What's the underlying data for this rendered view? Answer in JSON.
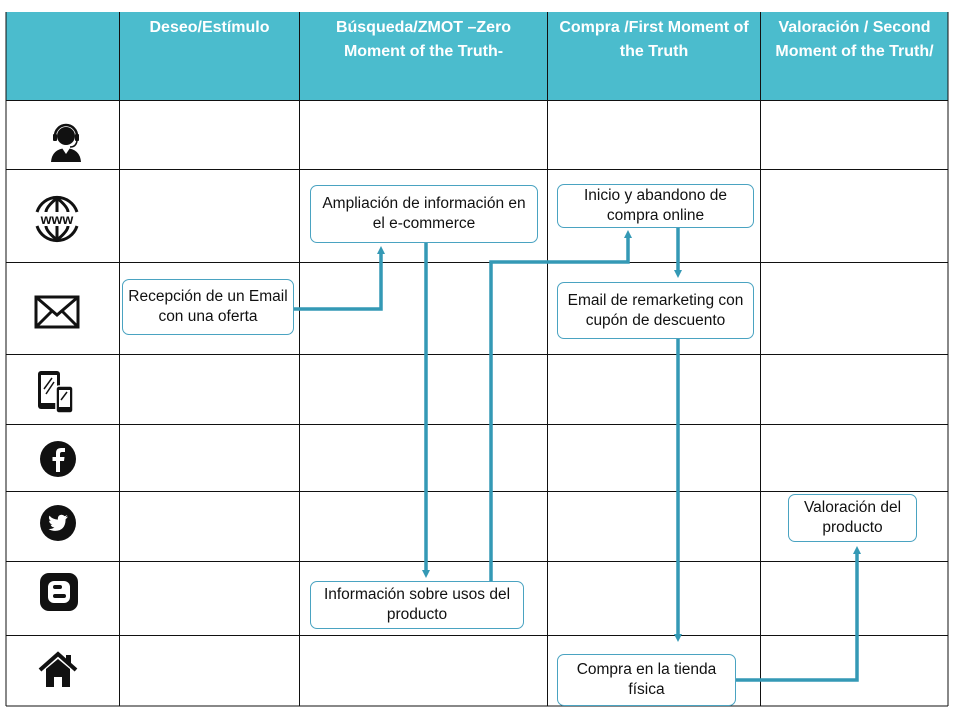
{
  "colors": {
    "header_bg": "#4bbccd",
    "grid_line": "#111111",
    "arrow": "#3499b5",
    "node_border": "#4aa3c1"
  },
  "columns": [
    {
      "label": ""
    },
    {
      "label": "Deseo/Estímulo"
    },
    {
      "label": "Búsqueda/ZMOT –Zero Moment of the Truth-"
    },
    {
      "label": "Compra /First Moment of the Truth"
    },
    {
      "label": "Valoración / Second Moment of the Truth/"
    }
  ],
  "channels": [
    {
      "icon": "person-headset-icon"
    },
    {
      "icon": "www-globe-icon"
    },
    {
      "icon": "envelope-icon"
    },
    {
      "icon": "mobile-tablet-icon"
    },
    {
      "icon": "facebook-icon"
    },
    {
      "icon": "twitter-icon"
    },
    {
      "icon": "blogger-icon"
    },
    {
      "icon": "store-house-icon"
    }
  ],
  "touchpoints": {
    "recepcion": "Recepción de un Email con una oferta",
    "ampliacion": "Ampliación de información en el e-commerce",
    "informacion": "Información sobre usos del producto",
    "inicio": "Inicio y abandono de compra online",
    "email": "Email de remarketing con cupón de descuento",
    "compra": "Compra en la tienda física",
    "valoracion": "Valoración del producto"
  }
}
